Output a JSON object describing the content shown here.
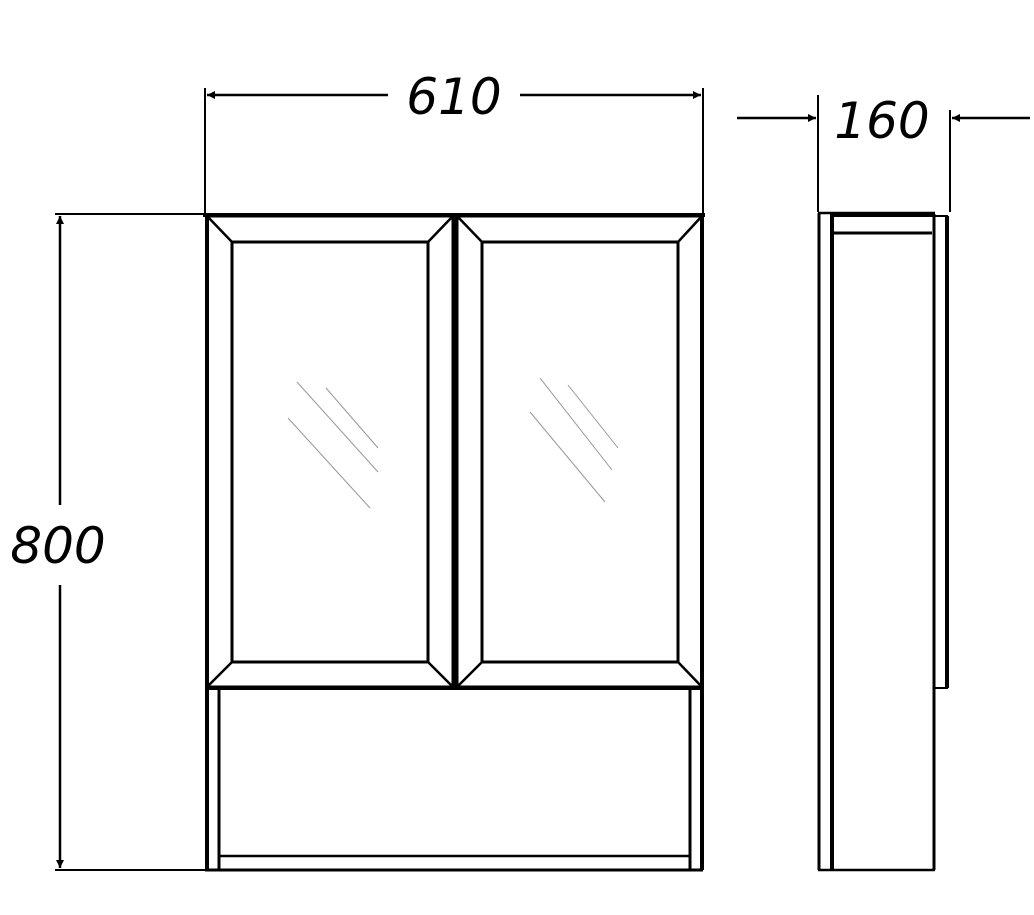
{
  "dimensions": {
    "width": "610",
    "height": "800",
    "depth": "160"
  },
  "colors": {
    "line": "#000000",
    "glass_hatch": "#999999",
    "background": "#ffffff"
  }
}
